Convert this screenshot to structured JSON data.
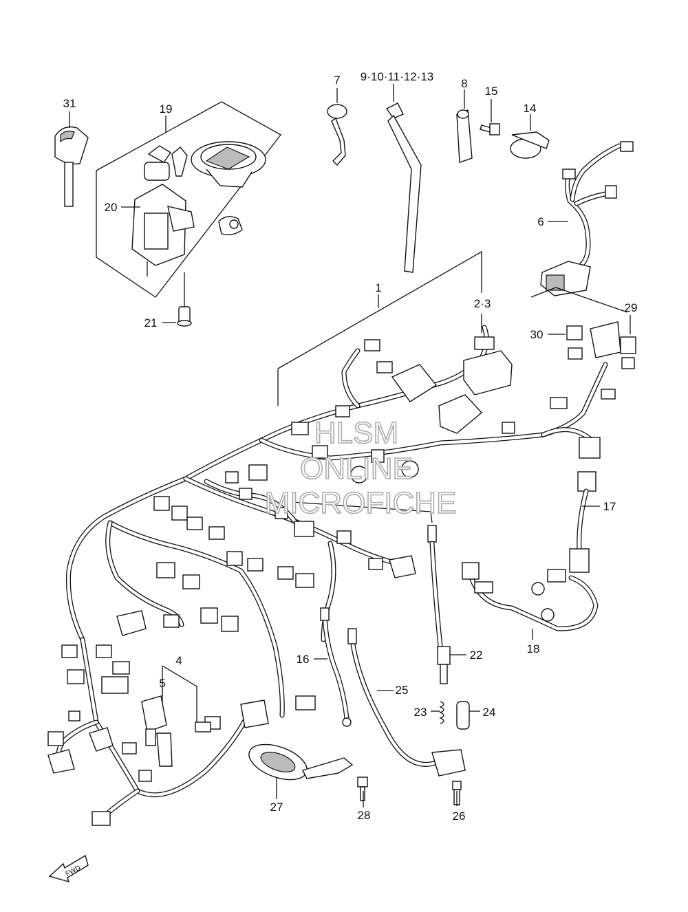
{
  "watermark": {
    "line1": "HLSM",
    "line2": "ONLINE",
    "line3": "MICROFICHE"
  },
  "fwd_label": "FWD",
  "callouts": [
    {
      "id": "c1",
      "text": "1"
    },
    {
      "id": "c2_3",
      "text": "2·3"
    },
    {
      "id": "c4",
      "text": "4"
    },
    {
      "id": "c5",
      "text": "5"
    },
    {
      "id": "c6",
      "text": "6"
    },
    {
      "id": "c7",
      "text": "7"
    },
    {
      "id": "c8",
      "text": "8"
    },
    {
      "id": "c9_13",
      "text": "9·10·11·12·13"
    },
    {
      "id": "c14",
      "text": "14"
    },
    {
      "id": "c15",
      "text": "15"
    },
    {
      "id": "c16",
      "text": "16"
    },
    {
      "id": "c17",
      "text": "17"
    },
    {
      "id": "c18",
      "text": "18"
    },
    {
      "id": "c19",
      "text": "19"
    },
    {
      "id": "c20",
      "text": "20"
    },
    {
      "id": "c21",
      "text": "21"
    },
    {
      "id": "c22",
      "text": "22"
    },
    {
      "id": "c23",
      "text": "23"
    },
    {
      "id": "c24",
      "text": "24"
    },
    {
      "id": "c25",
      "text": "25"
    },
    {
      "id": "c26",
      "text": "26"
    },
    {
      "id": "c27",
      "text": "27"
    },
    {
      "id": "c28",
      "text": "28"
    },
    {
      "id": "c29",
      "text": "29"
    },
    {
      "id": "c30",
      "text": "30"
    },
    {
      "id": "c31",
      "text": "31"
    }
  ]
}
